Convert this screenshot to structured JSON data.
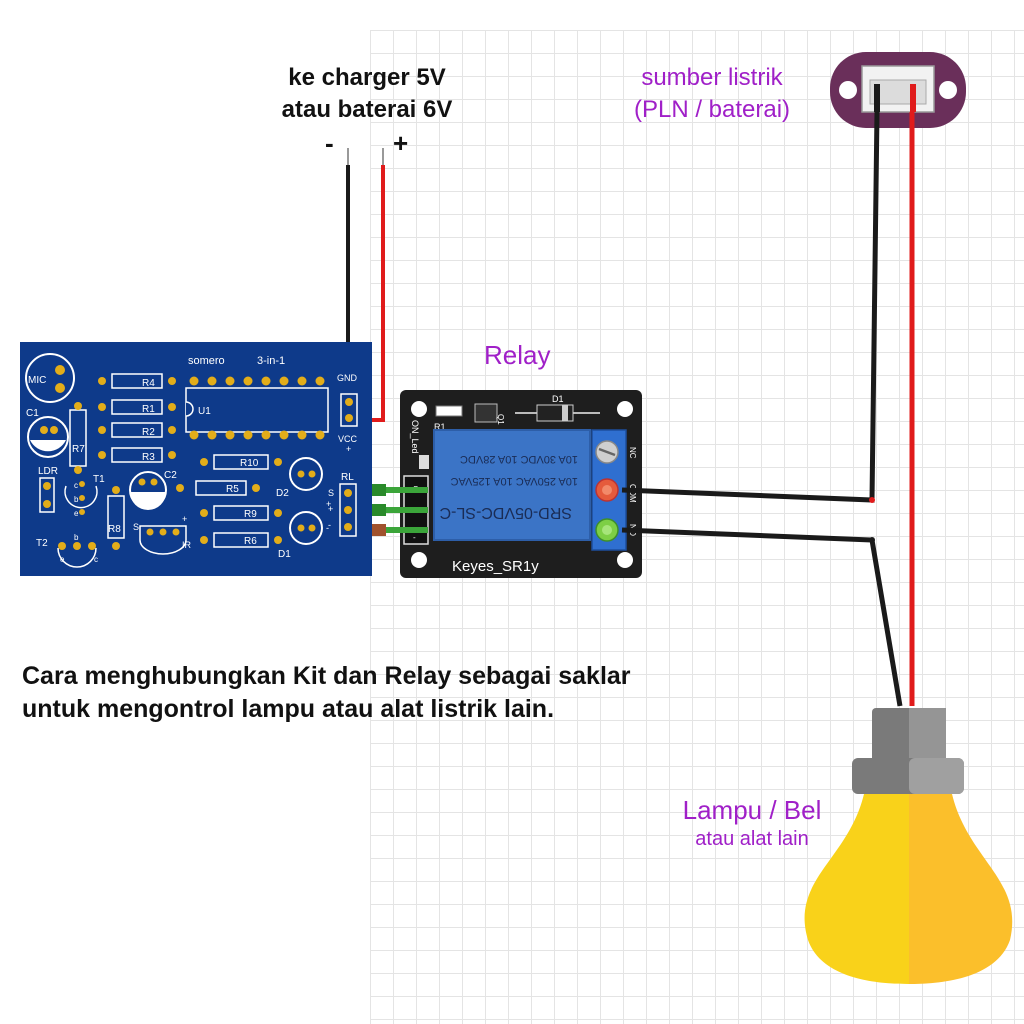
{
  "charger": {
    "line1": "ke charger 5V",
    "line2": "atau baterai 6V",
    "minus": "-",
    "plus": "+"
  },
  "power_source": {
    "line1": "sumber listrik",
    "line2": "(PLN / baterai)"
  },
  "relay_title": "Relay",
  "lamp": {
    "line1": "Lampu / Bel",
    "line2": "atau alat lain"
  },
  "caption": {
    "line1": "Cara menghubungkan Kit dan Relay sebagai saklar",
    "line2": "untuk mengontrol lampu atau alat listrik lain."
  },
  "pcb": {
    "brand": "somero",
    "model": "3-in-1",
    "labels": {
      "mic": "MIC",
      "c1": "C1",
      "ldr": "LDR",
      "t1": "T1",
      "t2": "T2",
      "r8": "R8",
      "r7": "R7",
      "r4": "R4",
      "r1": "R1",
      "r2": "R2",
      "r3": "R3",
      "u1": "U1",
      "gnd": "GND",
      "vcc": "VCC",
      "rl": "RL",
      "r10": "R10",
      "r5": "R5",
      "r9": "R9",
      "r6": "R6",
      "c2": "C2",
      "d2": "D2",
      "d1": "D1",
      "s": "S",
      "ir": "IR",
      "b": "b",
      "c": "c",
      "e": "e"
    }
  },
  "relay_module": {
    "name": "Keyes_SR1y",
    "model": "SRD-05VDC-SL-C",
    "spec1": "10A 250VAC  10A 125VAC",
    "spec2": "10A 30VDC  10A 28VDC",
    "r1": "R1",
    "d1": "D1",
    "q1": "Q1",
    "on_led": "ON_Led",
    "nc": "NC",
    "com": "COM",
    "no": "NO"
  },
  "colors": {
    "pcb_blue": "#0e3a8a",
    "pad_gold": "#e2ad1a",
    "relay_blue": "#3b74c6",
    "wire_red": "#e01b1b",
    "wire_black": "#1a1a1a",
    "wire_green": "#3ba53a",
    "label_purple": "#a020c8",
    "bulb_yellow_left": "#f9d21a",
    "bulb_yellow_right": "#fbbf2b",
    "socket_purple": "#6a2f5a"
  }
}
